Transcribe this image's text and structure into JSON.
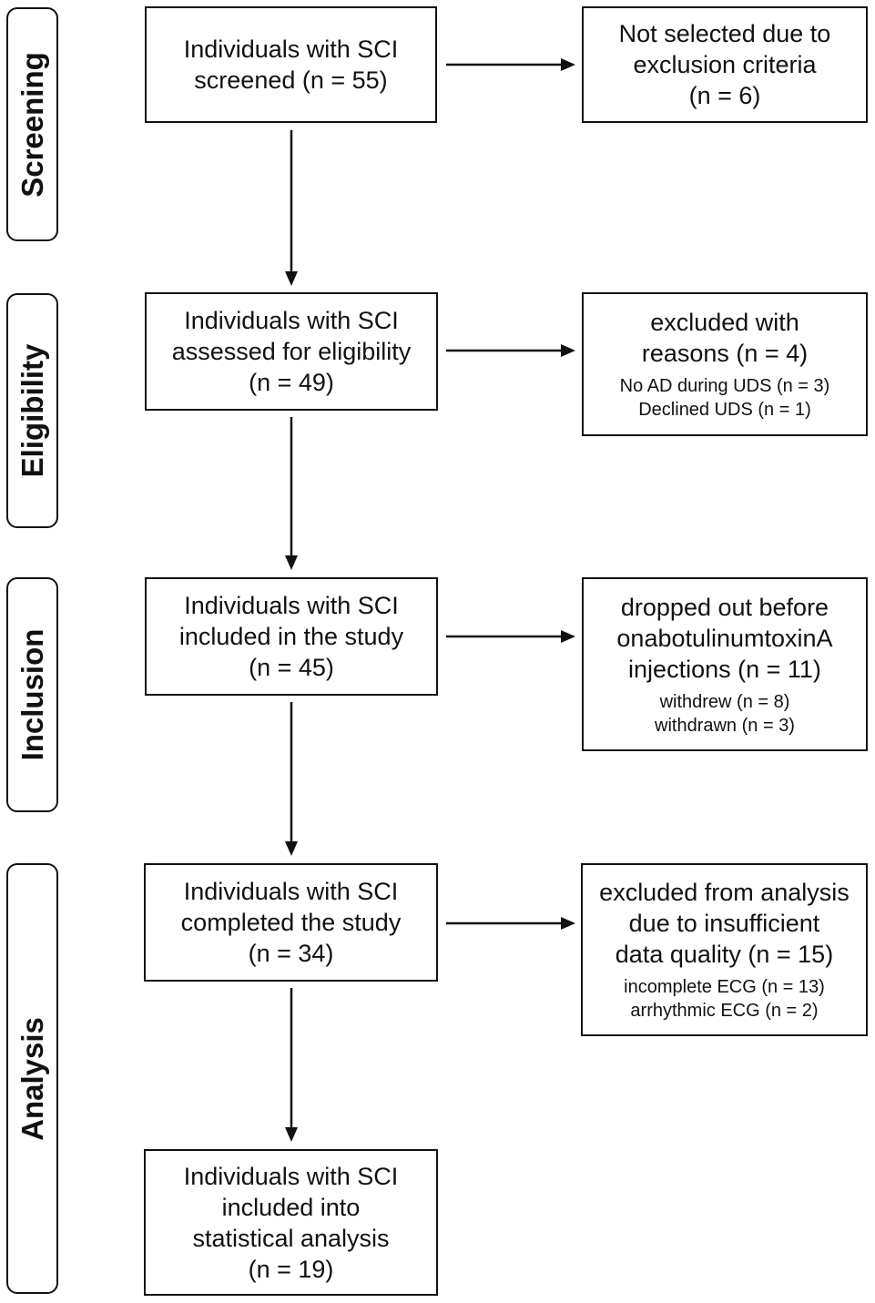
{
  "stages": [
    {
      "id": "screening",
      "label": "Screening"
    },
    {
      "id": "eligibility",
      "label": "Eligibility"
    },
    {
      "id": "inclusion",
      "label": "Inclusion"
    },
    {
      "id": "analysis",
      "label": "Analysis"
    }
  ],
  "main_boxes": [
    {
      "id": "screened",
      "text": "Individuals with SCI\nscreened (n = 55)"
    },
    {
      "id": "assessed",
      "text": "Individuals with SCI\nassessed for eligibility\n(n = 49)"
    },
    {
      "id": "included",
      "text": "Individuals with SCI\nincluded in the study\n(n = 45)"
    },
    {
      "id": "completed",
      "text": "Individuals with SCI\ncompleted the study\n(n = 34)"
    },
    {
      "id": "analyzed",
      "text": "Individuals with SCI\nincluded into\nstatistical analysis\n(n = 19)"
    }
  ],
  "side_boxes": [
    {
      "id": "not-selected",
      "text": "Not selected due to\nexclusion criteria\n(n = 6)",
      "details": []
    },
    {
      "id": "excluded-reasons",
      "text": "excluded with\nreasons (n = 4)",
      "details": [
        "No AD during UDS (n = 3)",
        "Declined UDS (n = 1)"
      ]
    },
    {
      "id": "dropped-out",
      "text": "dropped out before\nonabotulinumtoxinA\ninjections (n = 11)",
      "details": [
        "withdrew (n = 8)",
        "withdrawn (n = 3)"
      ]
    },
    {
      "id": "excluded-analysis",
      "text": "excluded from analysis\ndue to insufficient\ndata quality (n = 15)",
      "details": [
        "incomplete ECG (n = 13)",
        "arrhythmic ECG (n = 2)"
      ]
    }
  ],
  "colors": {
    "line": "#111111",
    "background": "#ffffff"
  }
}
